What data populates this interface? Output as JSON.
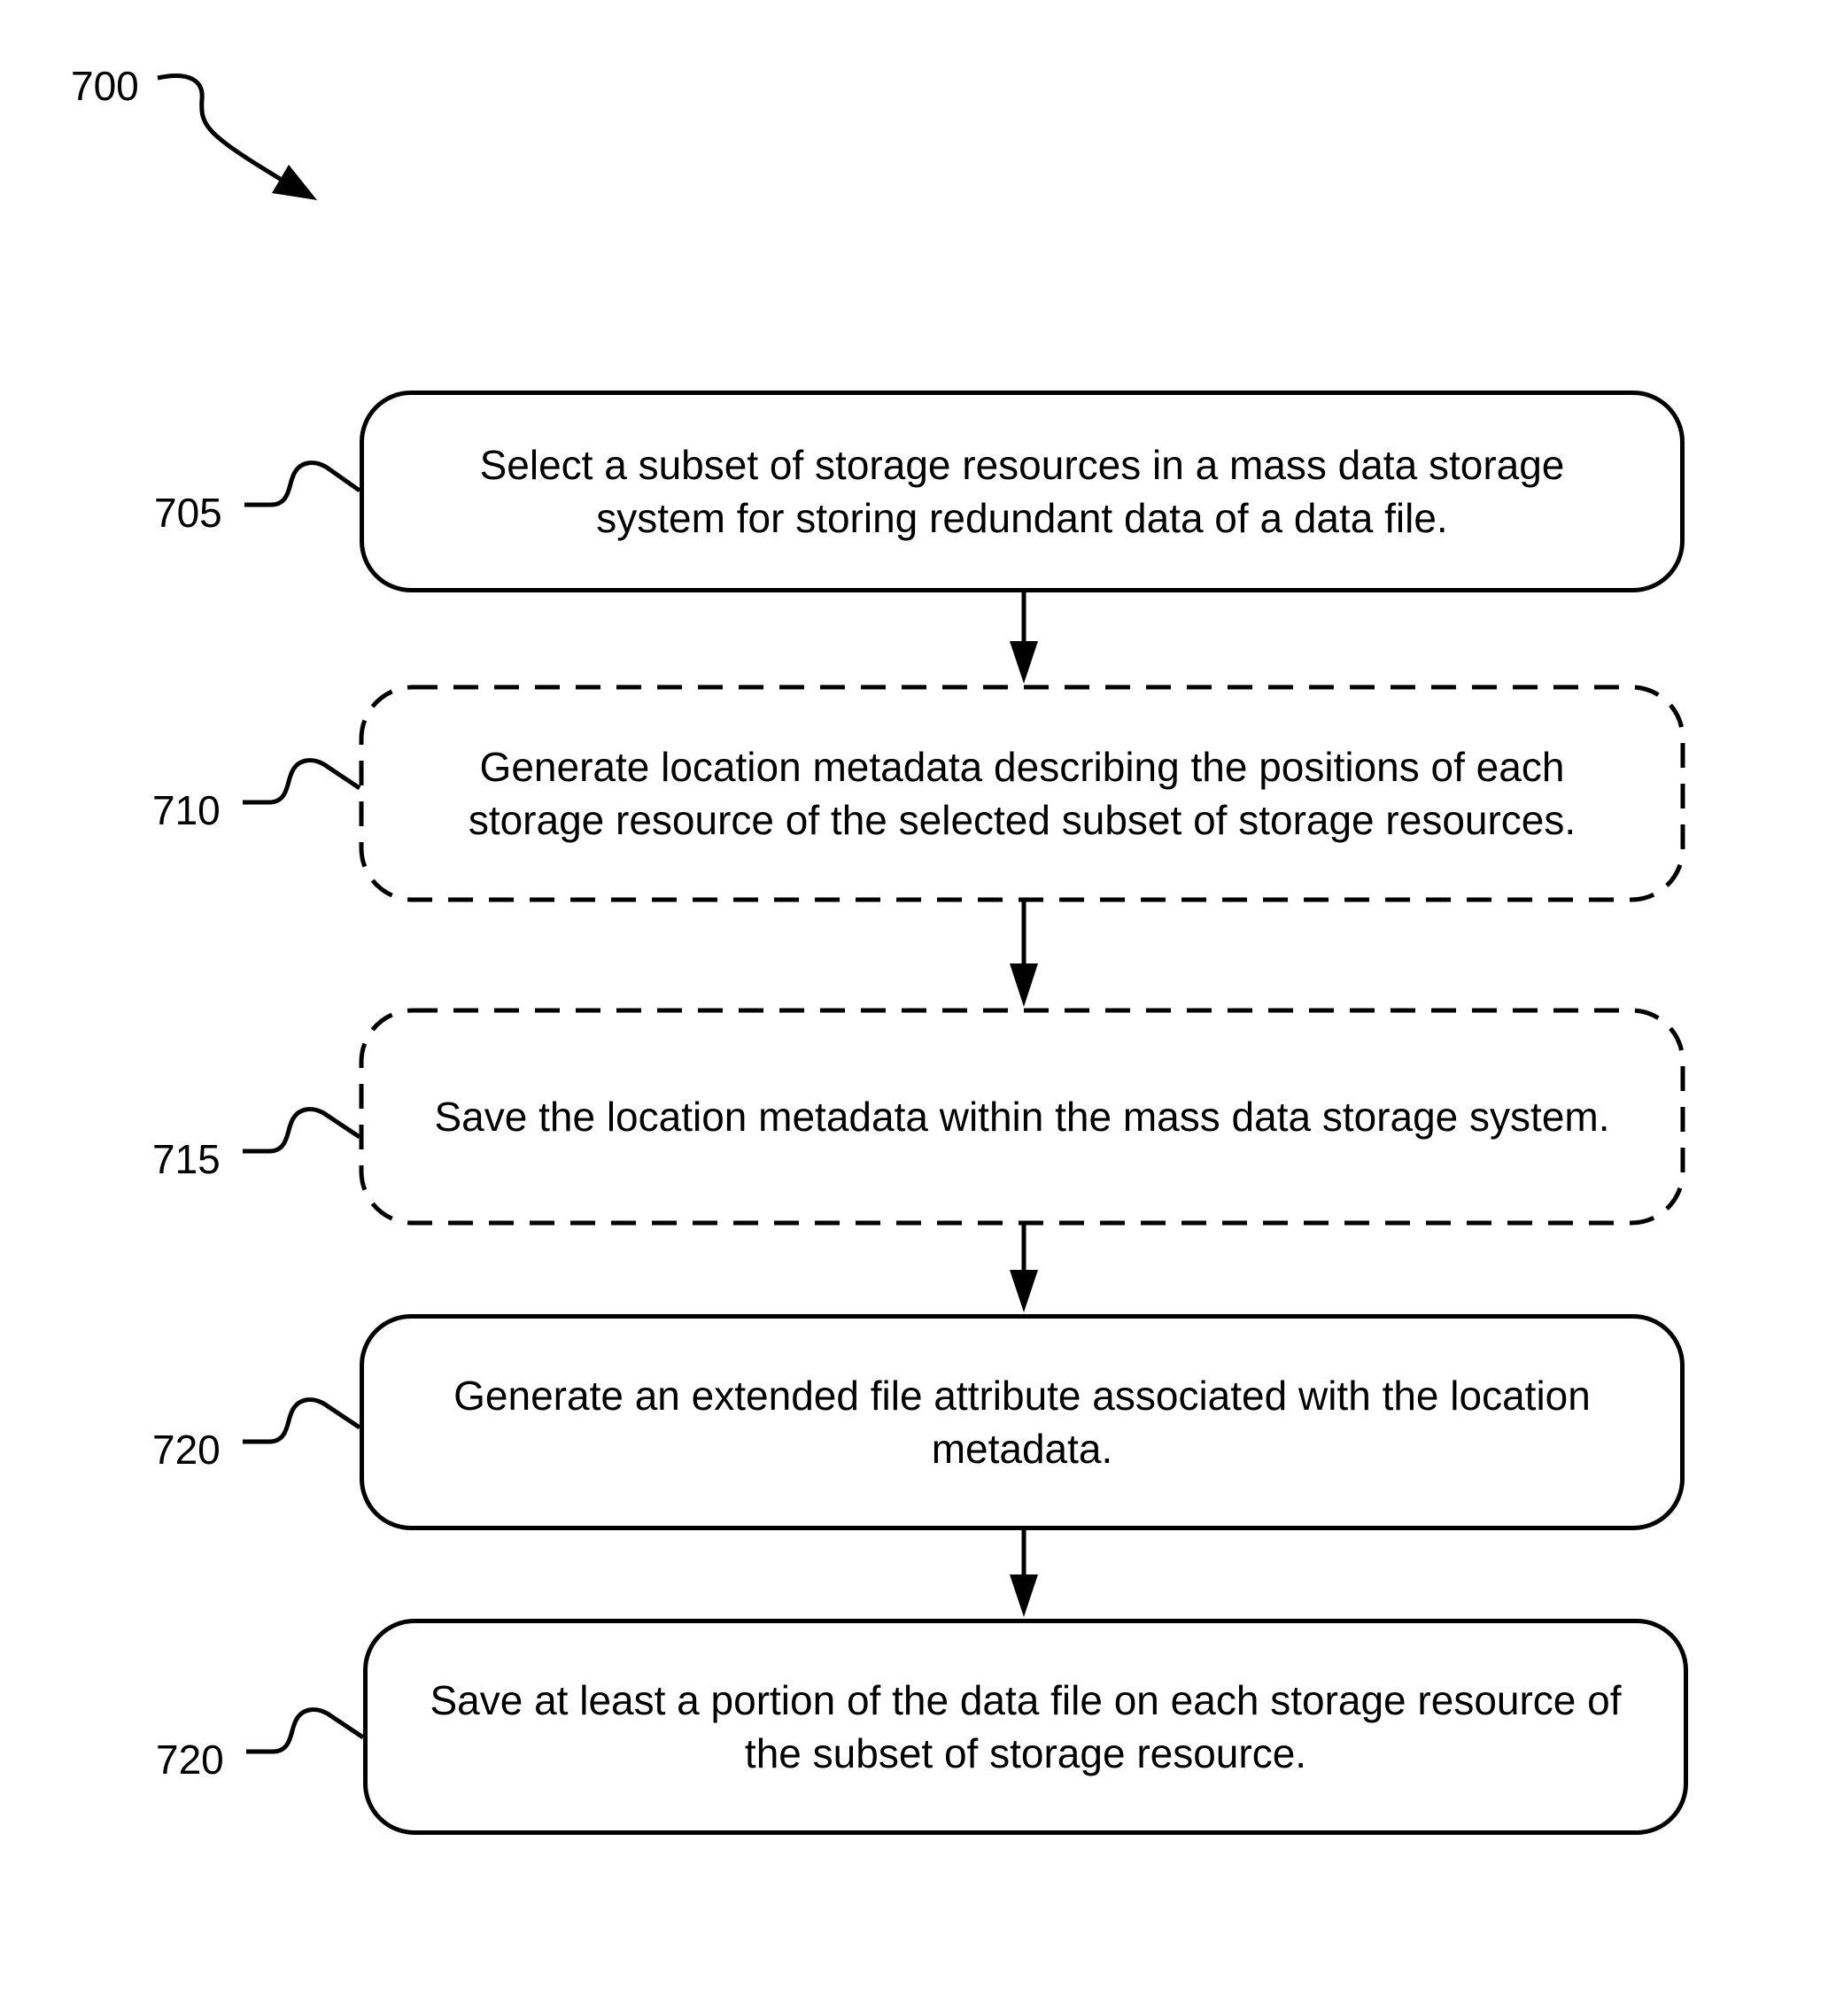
{
  "figure": {
    "label": "700"
  },
  "steps": [
    {
      "ref": "705",
      "text": "Select a subset of storage resources in a mass data storage\nsystem for storing redundant data of a data file.",
      "border": "solid"
    },
    {
      "ref": "710",
      "text": "Generate location metadata describing the positions of each\nstorage resource of the selected subset of storage resources.",
      "border": "dashed"
    },
    {
      "ref": "715",
      "text": "Save the location metadata within the mass data storage system.",
      "border": "dashed"
    },
    {
      "ref": "720",
      "text": "Generate an extended file attribute associated with the location\nmetadata.",
      "border": "solid"
    },
    {
      "ref": "720",
      "text": "Save at least a portion of the data file on each storage resource of\nthe subset of storage resource.",
      "border": "solid"
    }
  ],
  "colors": {
    "stroke": "#000000",
    "background": "#ffffff"
  }
}
